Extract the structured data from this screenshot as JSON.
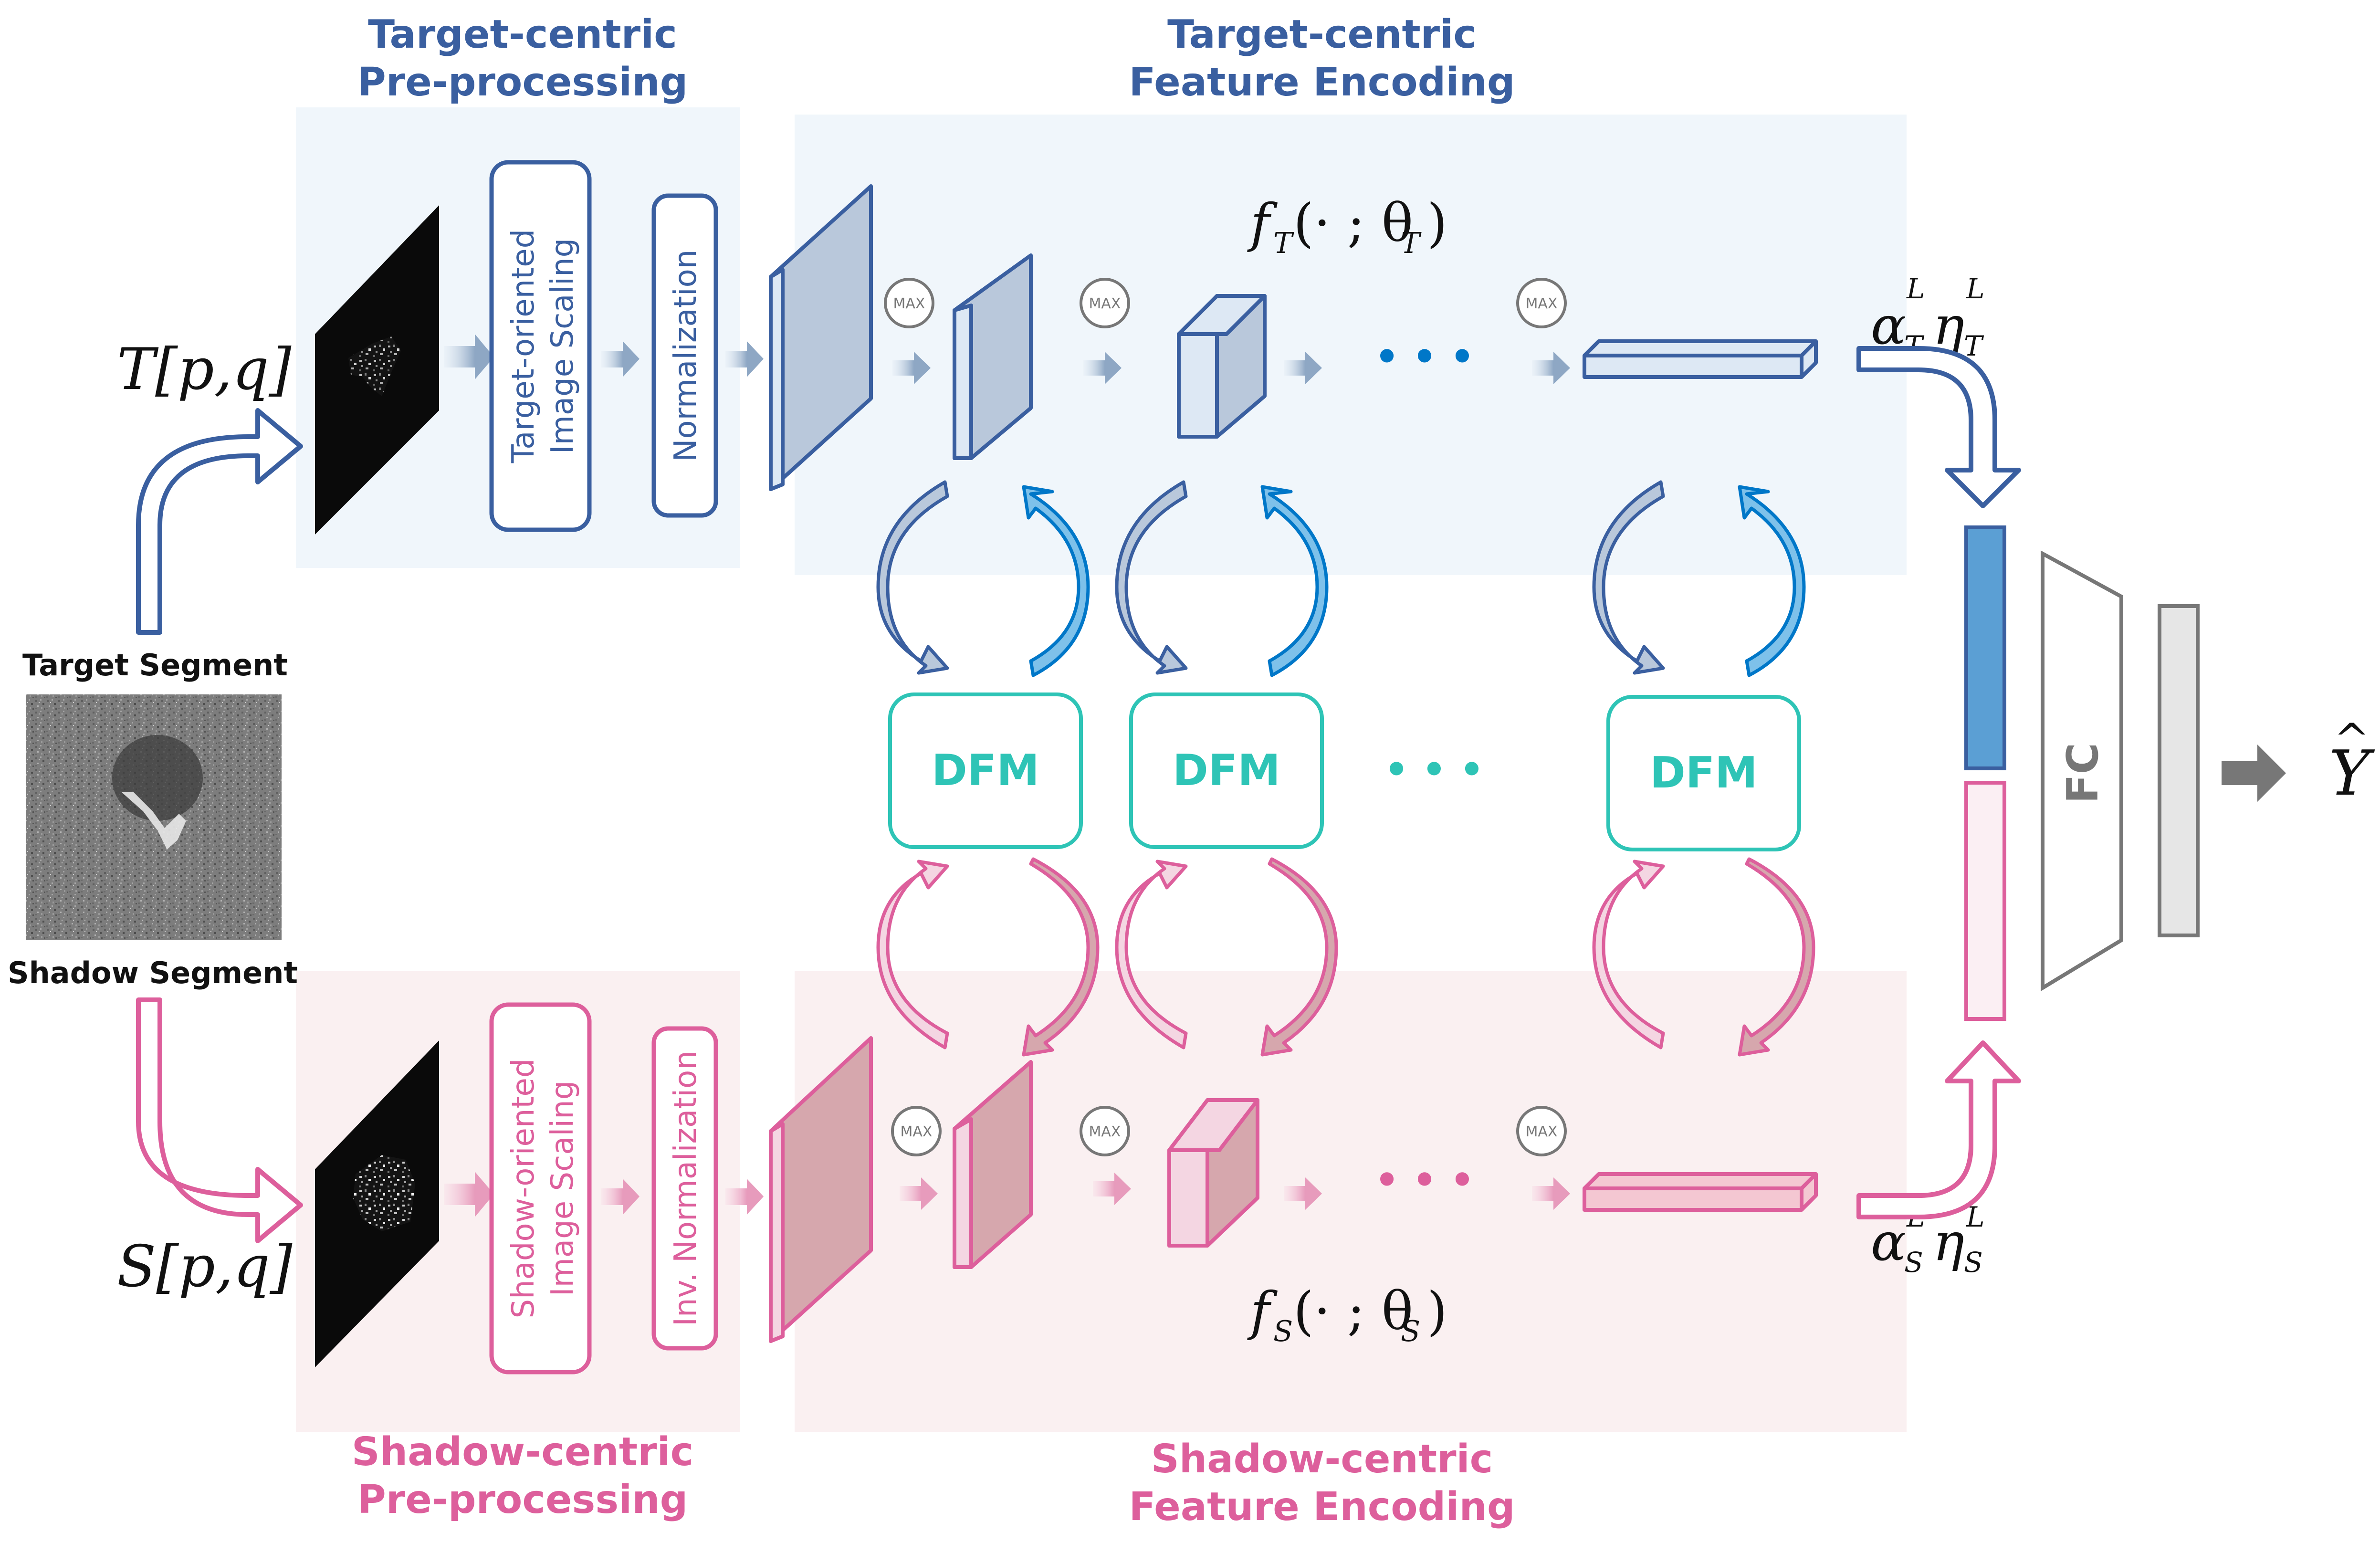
{
  "colors": {
    "target": "#3a5fa0",
    "target_light": "#b9c8db",
    "target_bg": "#f0f6fb",
    "shadow": "#dd5f9c",
    "shadow_light": "#d6a7ad",
    "shadow_bg": "#faf0f1",
    "dfm": "#2ec4b6",
    "arrow_blue": "#0077c8",
    "gray": "#777777"
  },
  "labels": {
    "target_pre_line1": "Target-centric",
    "target_pre_line2": "Pre-processing",
    "target_enc_line1": "Target-centric",
    "target_enc_line2": "Feature Encoding",
    "shadow_pre_line1": "Shadow-centric",
    "shadow_pre_line2": "Pre-processing",
    "shadow_enc_line1": "Shadow-centric",
    "shadow_enc_line2": "Feature Encoding",
    "target_scaling_line1": "Target-oriented",
    "target_scaling_line2": "Image Scaling",
    "target_norm": "Normalization",
    "shadow_scaling_line1": "Shadow-oriented",
    "shadow_scaling_line2": "Image Scaling",
    "shadow_norm": "Inv. Normalization",
    "target_segment": "Target Segment",
    "shadow_segment": "Shadow Segment",
    "dfm": "DFM",
    "max": "MAX",
    "ellipsis": "• • •",
    "fc": "FC"
  },
  "math": {
    "T_input": "T[p,q]",
    "S_input": "S[p,q]",
    "f_T": "f",
    "f_T_sub": "T",
    "f_T_args": "(· ; θ",
    "f_T_theta_sub": "T",
    "f_S": "f",
    "f_S_sub": "S",
    "f_S_args": "(· ; θ",
    "f_S_theta_sub": "S",
    "close_paren": ")",
    "alpha": "α",
    "eta": "η",
    "sup_L": "L",
    "sub_T": "T",
    "sub_S": "S",
    "Y_hat": "Y",
    "hat": "^"
  }
}
